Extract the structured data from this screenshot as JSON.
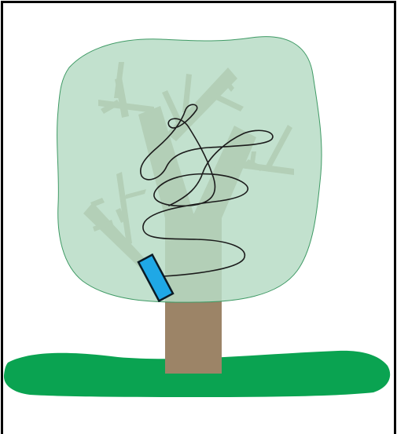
{
  "diagram": {
    "subject": "tree",
    "elements": [
      "border",
      "ground",
      "canopy",
      "trunk",
      "branches",
      "tangled-wire",
      "device"
    ],
    "colors": {
      "background": "#ffffff",
      "border": "#000000",
      "ground": "#0aa351",
      "canopy_fill": "#b7dcc6",
      "canopy_stroke": "#3f9a65",
      "wood": "#9c8467",
      "wire": "#1b1b1b",
      "device_fill": "#1fa8e6",
      "device_stroke": "#0b1b25"
    }
  }
}
